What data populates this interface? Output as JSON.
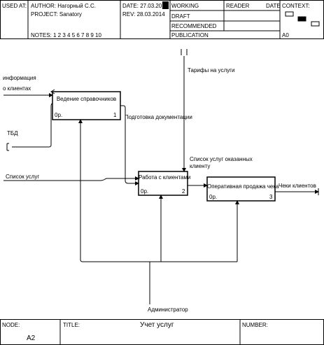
{
  "header": {
    "used_at": "USED AT:",
    "author": "AUTHOR:  Нагорный С.С.",
    "project": "PROJECT:  Sanatory",
    "notes": "NOTES:  1  2  3  4  5  6  7  8  9  10",
    "date": "DATE:  27.03.2014",
    "rev": "REV:  28.03.2014",
    "status": [
      "WORKING",
      "DRAFT",
      "RECOMMENDED",
      "PUBLICATION"
    ],
    "reader": "READER",
    "reader_date": "DATE",
    "context": "CONTEXT:",
    "context_node": "A0"
  },
  "boxes": [
    {
      "title": "Ведение справочников",
      "cost": "0р.",
      "number": "1"
    },
    {
      "title": "Работа с клиентами",
      "cost": "0р.",
      "number": "2"
    },
    {
      "title": "Оперативная продажа чека",
      "cost": "0р.",
      "number": "3"
    }
  ],
  "arrows": {
    "info_clients_1": "информация",
    "info_clients_2": "о клиентах",
    "tbd": "ТБД",
    "service_list": "Список услуг",
    "tariffs": "Тарифы на услуги",
    "doc_prep": "Подготовка документации",
    "provided_services_1": "Список услуг оказанных",
    "provided_services_2": "клиенту",
    "client_checks": "Чеки клиентов",
    "admin": "Администратор"
  },
  "footer": {
    "node_label": "NODE:",
    "node_value": "A2",
    "title_label": "TITLE:",
    "title_value": "Учет услуг",
    "number_label": "NUMBER:"
  }
}
